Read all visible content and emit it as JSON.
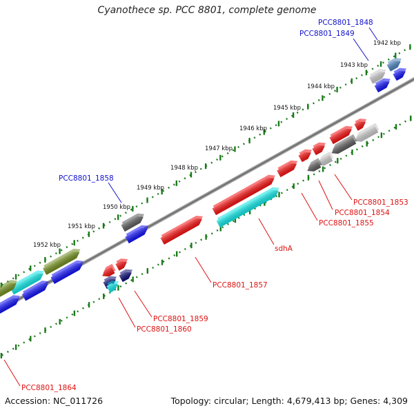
{
  "title": "Cyanothece sp. PCC 8801, complete genome",
  "footer": {
    "accession": "Accession: NC_011726",
    "summary": "Topology: circular; Length: 4,679,413 bp; Genes: 4,309"
  },
  "colors": {
    "backbone": "#8a8a8a",
    "tick": "#1a7a1a",
    "label_forward": "#1010cc",
    "label_reverse": "#dd1111",
    "gene_red": "#ee1111",
    "gene_blue": "#1111ee",
    "gene_cyan": "#11e0e0",
    "gene_darkgray": "#5a5a5a",
    "gene_lightgray": "#c4c4c4",
    "gene_steel": "#4a7fb8",
    "gene_olive": "#6e8a1c",
    "gene_navy": "#0a0a70"
  },
  "scale": {
    "tick_labels": [
      "1942 kbp",
      "1943 kbp",
      "1944 kbp",
      "1945 kbp",
      "1946 kbp",
      "1947 kbp",
      "1948 kbp",
      "1949 kbp",
      "1950 kbp",
      "1951 kbp",
      "1952 kbp"
    ]
  },
  "gene_labels": [
    {
      "id": "g1848",
      "text": "PCC8801_1848",
      "strand": "forward"
    },
    {
      "id": "g1849",
      "text": "PCC8801_1849",
      "strand": "forward"
    },
    {
      "id": "g1858",
      "text": "PCC8801_1858",
      "strand": "forward"
    },
    {
      "id": "g1853",
      "text": "PCC8801_1853",
      "strand": "reverse"
    },
    {
      "id": "g1854",
      "text": "PCC8801_1854",
      "strand": "reverse"
    },
    {
      "id": "g1855",
      "text": "PCC8801_1855",
      "strand": "reverse"
    },
    {
      "id": "sdhA",
      "text": "sdhA",
      "strand": "reverse"
    },
    {
      "id": "g1857",
      "text": "PCC8801_1857",
      "strand": "reverse"
    },
    {
      "id": "g1859",
      "text": "PCC8801_1859",
      "strand": "reverse"
    },
    {
      "id": "g1860",
      "text": "PCC8801_1860",
      "strand": "reverse"
    },
    {
      "id": "g1864",
      "text": "PCC8801_1864",
      "strand": "reverse"
    }
  ]
}
